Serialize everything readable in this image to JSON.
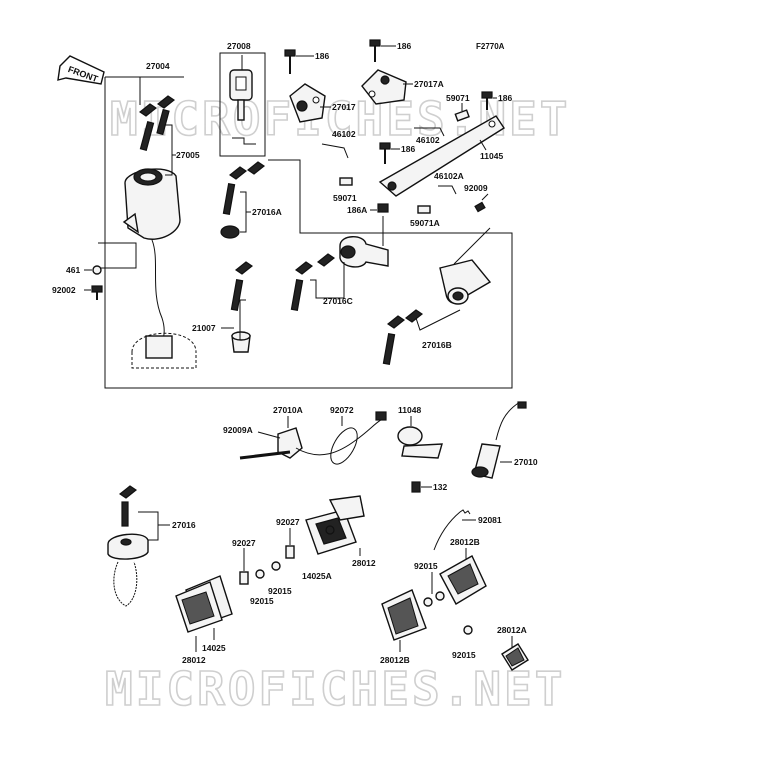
{
  "figure_code": "F2770A",
  "front_label": "FRONT",
  "watermark": "MICROFICHES.NET",
  "parts": {
    "p27004": "27004",
    "p27008": "27008",
    "p186a": "186",
    "p186b": "186",
    "p186c": "186",
    "p186d": "186",
    "p186A": "186A",
    "p27017": "27017",
    "p27017A": "27017A",
    "p59071a": "59071",
    "p59071b": "59071",
    "p59071A": "59071A",
    "p46102a": "46102",
    "p46102b": "46102",
    "p46102A": "46102A",
    "p11045": "11045",
    "p92009": "92009",
    "p27005": "27005",
    "p27016A": "27016A",
    "p461": "461",
    "p92002": "92002",
    "p27016C": "27016C",
    "p21007": "21007",
    "p27016B": "27016B",
    "p27010A": "27010A",
    "p92072": "92072",
    "p11048": "11048",
    "p92009A": "92009A",
    "p27010": "27010",
    "p132": "132",
    "p27016": "27016",
    "p92027a": "92027",
    "p92027b": "92027",
    "p92081": "92081",
    "p28012a": "28012",
    "p14025A": "14025A",
    "p28012B": "28012B",
    "p92015a": "92015",
    "p92015b": "92015",
    "p92015c": "92015",
    "p92015d": "92015",
    "p14025": "14025",
    "p28012b": "28012",
    "p28012Bb": "28012B",
    "p28012A": "28012A"
  }
}
